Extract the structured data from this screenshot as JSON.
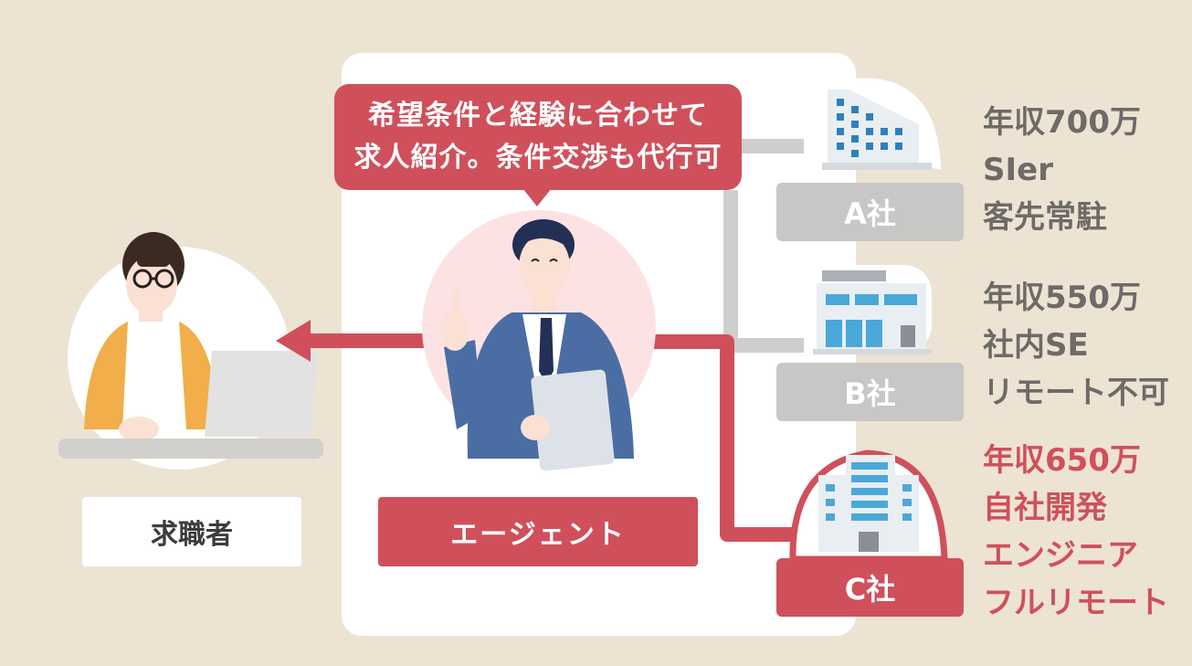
{
  "speech_bubble": {
    "line1": "希望条件と経験に合わせて",
    "line2": "求人紹介。条件交渉も代行可"
  },
  "seeker": {
    "label": "求職者"
  },
  "agent": {
    "label": "エージェント"
  },
  "companies": [
    {
      "name": "A社",
      "lines": [
        "年収700万",
        "SIer",
        "客先常駐"
      ]
    },
    {
      "name": "B社",
      "lines": [
        "年収550万",
        "社内SE",
        "リモート不可"
      ]
    },
    {
      "name": "C社",
      "lines": [
        "年収650万",
        "自社開発",
        "エンジニア",
        "フルリモート"
      ]
    }
  ],
  "colors": {
    "background": "#ece3d3",
    "accent_red": "#cf505b",
    "inactive_gray": "#c9c7c5",
    "info_gray": "#6e6a67"
  }
}
